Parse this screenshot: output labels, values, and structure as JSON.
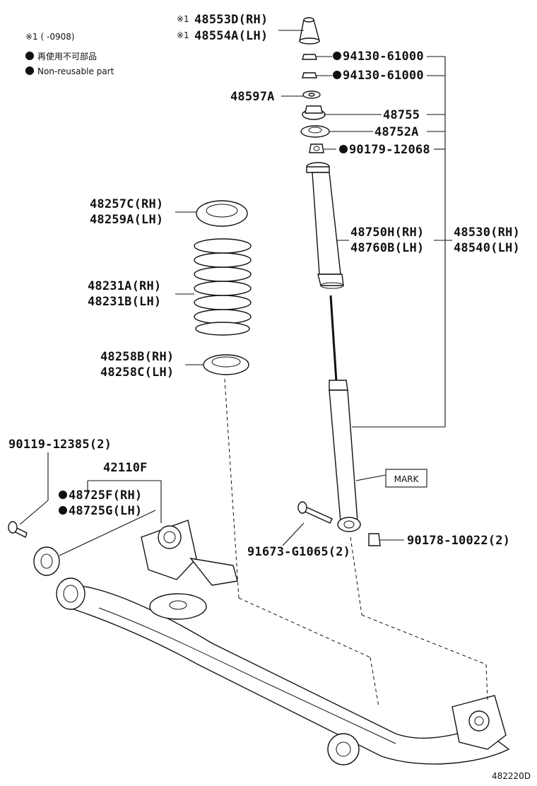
{
  "notes": {
    "ref_mark": "※1",
    "ref_period": "※1 (      -0908)",
    "legend_jp": "再使用不可部品",
    "legend_en": "Non-reusable part"
  },
  "diagram_code": "482220D",
  "mark_label": "MARK",
  "callouts": {
    "p48553D": "48553D(RH)",
    "p48554A": "48554A(LH)",
    "p94130a": "94130-61000",
    "p94130b": "94130-61000",
    "p48597A": "48597A",
    "p48755": "48755",
    "p48752A": "48752A",
    "p90179": "90179-12068",
    "p48257C": "48257C(RH)",
    "p48259A": "48259A(LH)",
    "p48750H": "48750H(RH)",
    "p48760B": "48760B(LH)",
    "p48530": "48530(RH)",
    "p48540": "48540(LH)",
    "p48231A": "48231A(RH)",
    "p48231B": "48231B(LH)",
    "p48258B": "48258B(RH)",
    "p48258C": "48258C(LH)",
    "p90119": "90119-12385(2)",
    "p42110F": "42110F",
    "p48725F": "48725F(RH)",
    "p48725G": "48725G(LH)",
    "p91673": "91673-G1065(2)",
    "p90178": "90178-10022(2)"
  }
}
